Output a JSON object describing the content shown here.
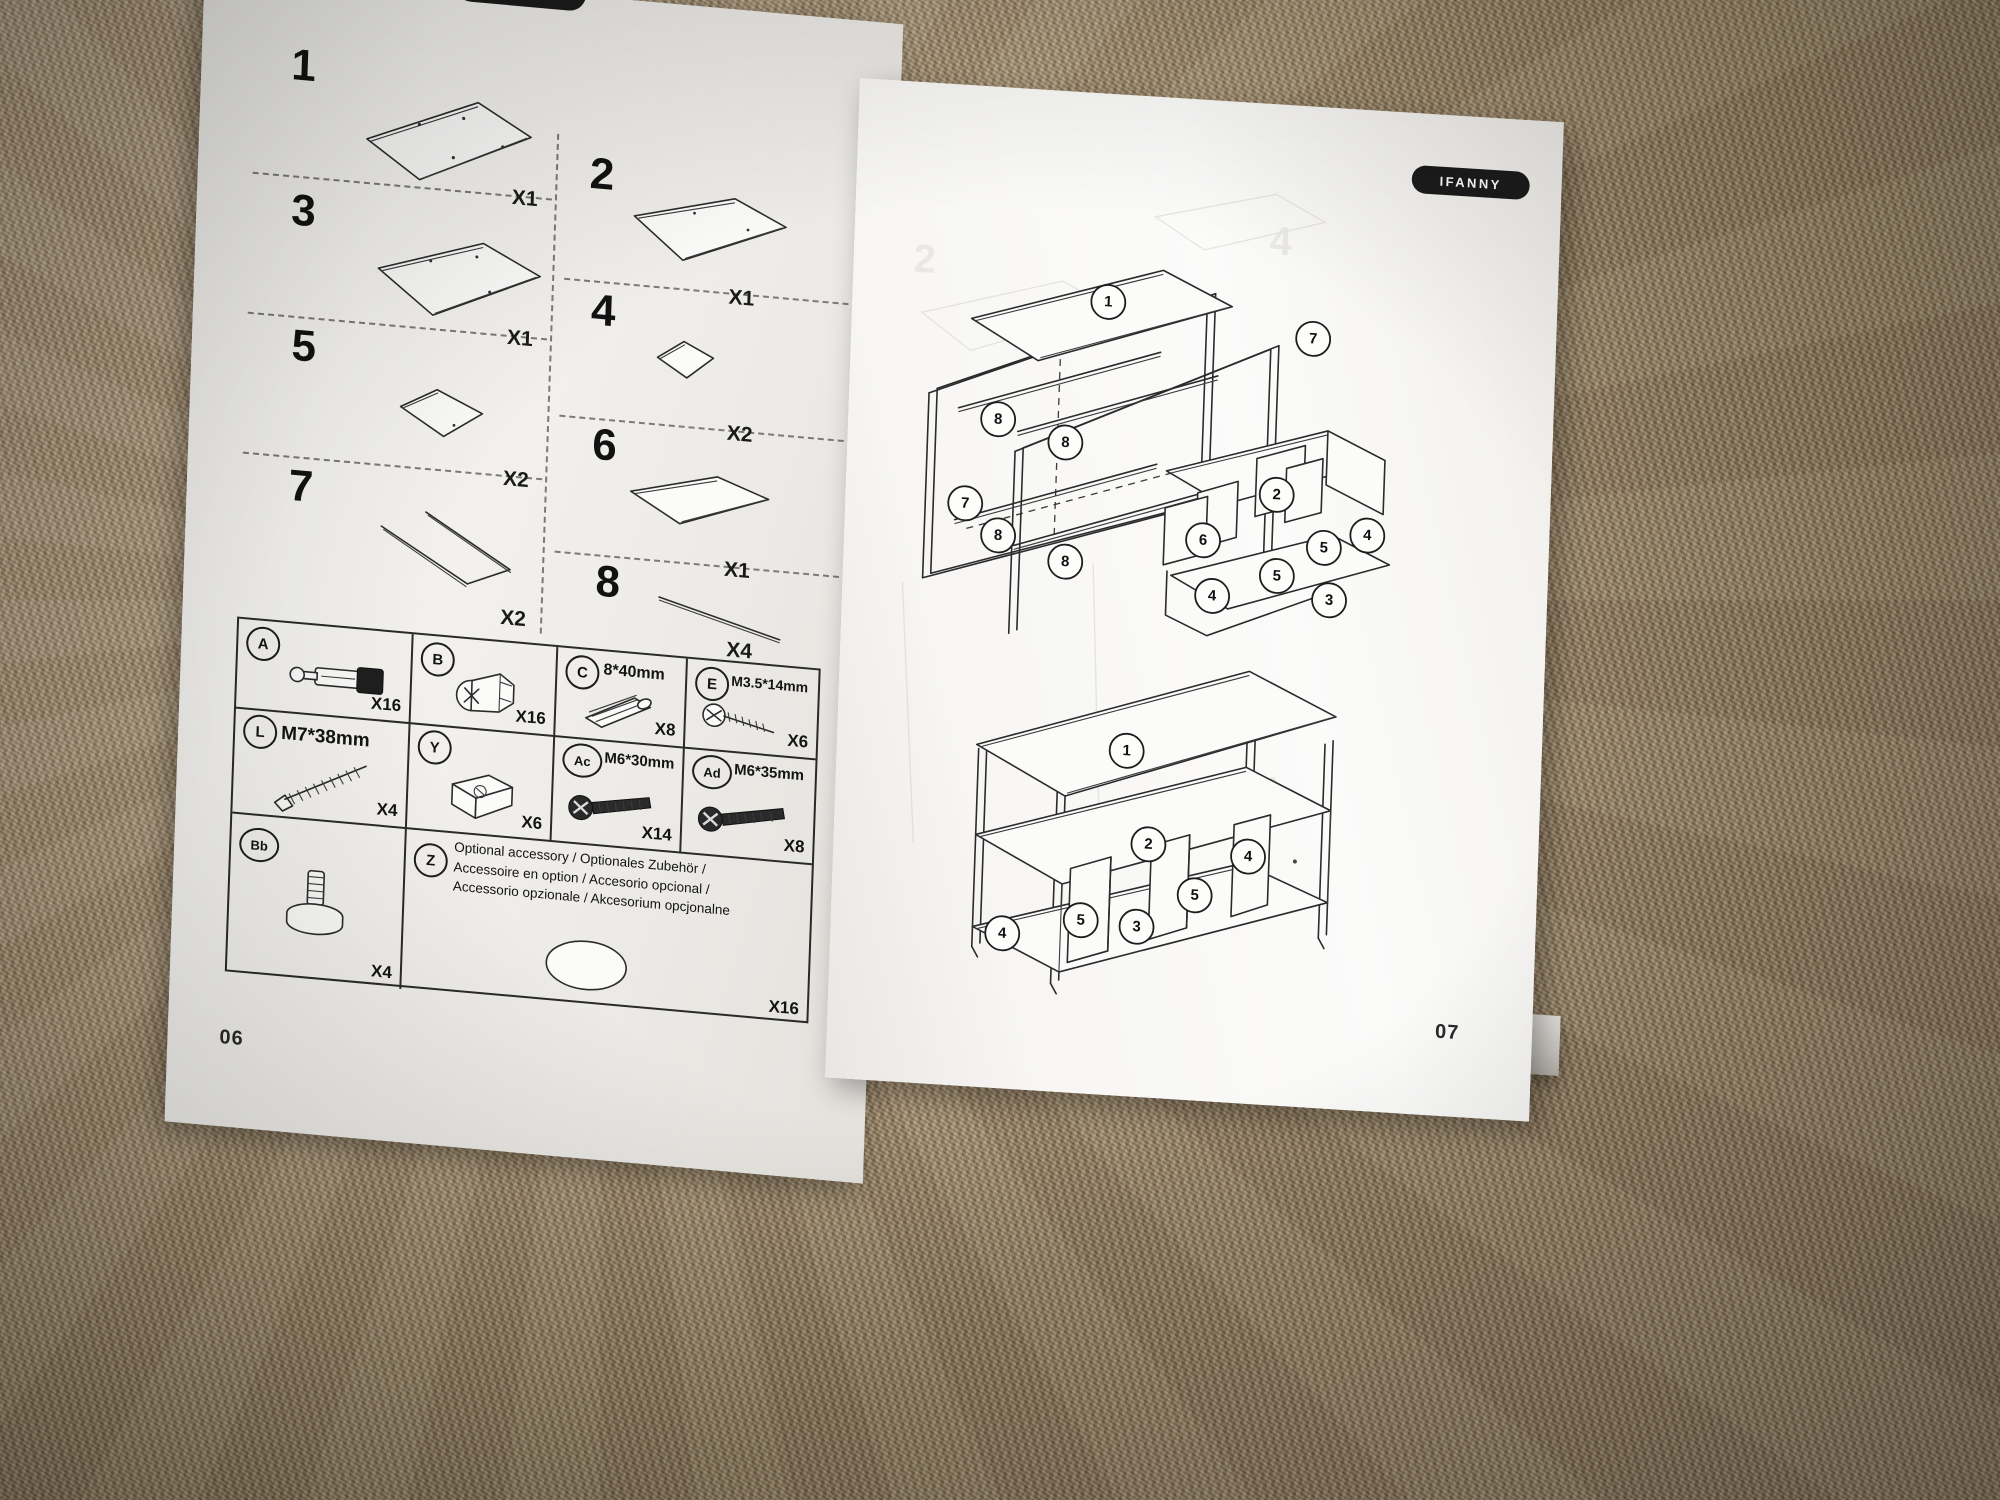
{
  "brand": {
    "name": "IFANNY"
  },
  "left_page": {
    "page_number": "06",
    "parts": [
      {
        "num": "1",
        "qty": "X1",
        "shape": "long-top-panel"
      },
      {
        "num": "2",
        "qty": "X1",
        "shape": "long-shelf-panel"
      },
      {
        "num": "3",
        "qty": "X1",
        "shape": "long-bottom-panel"
      },
      {
        "num": "4",
        "qty": "X2",
        "shape": "small-square-panel"
      },
      {
        "num": "5",
        "qty": "X2",
        "shape": "small-divider-panel"
      },
      {
        "num": "6",
        "qty": "X1",
        "shape": "medium-panel"
      },
      {
        "num": "7",
        "qty": "X2",
        "shape": "u-shaped-leg-frame"
      },
      {
        "num": "8",
        "qty": "X4",
        "shape": "support-bar"
      }
    ],
    "hardware": [
      {
        "code": "A",
        "spec": "",
        "count": "X16",
        "icon": "cam-bolt-icon"
      },
      {
        "code": "B",
        "spec": "",
        "count": "X16",
        "icon": "cam-lock-icon"
      },
      {
        "code": "C",
        "spec": "8*40mm",
        "count": "X8",
        "icon": "wooden-dowel-icon"
      },
      {
        "code": "E",
        "spec": "M3.5*14mm",
        "count": "X6",
        "icon": "wood-screw-icon"
      },
      {
        "code": "L",
        "spec": "M7*38mm",
        "count": "X4",
        "icon": "long-screw-icon"
      },
      {
        "code": "Y",
        "spec": "",
        "count": "X6",
        "icon": "corner-bracket-icon"
      },
      {
        "code": "Ac",
        "spec": "M6*30mm",
        "count": "X14",
        "icon": "machine-bolt-icon"
      },
      {
        "code": "Ad",
        "spec": "M6*35mm",
        "count": "X8",
        "icon": "machine-bolt-icon"
      },
      {
        "code": "Bb",
        "spec": "",
        "count": "X4",
        "icon": "leveling-foot-icon"
      },
      {
        "code": "Z",
        "spec": "",
        "count": "X16",
        "icon": "felt-pad-icon"
      }
    ],
    "optional_note": [
      "Optional accessory / Optionales Zubehör /",
      "Accessoire en option / Accesorio opcional /",
      "Accessorio opzionale / Akcesorium opcjonalne"
    ]
  },
  "right_page": {
    "page_number": "07",
    "exploded_callouts": [
      "1",
      "7",
      "8",
      "8",
      "7",
      "8",
      "8",
      "2",
      "4",
      "6",
      "5",
      "4",
      "5",
      "3"
    ],
    "assembled_callouts": [
      "1",
      "2",
      "4",
      "4",
      "5",
      "5",
      "3"
    ]
  }
}
